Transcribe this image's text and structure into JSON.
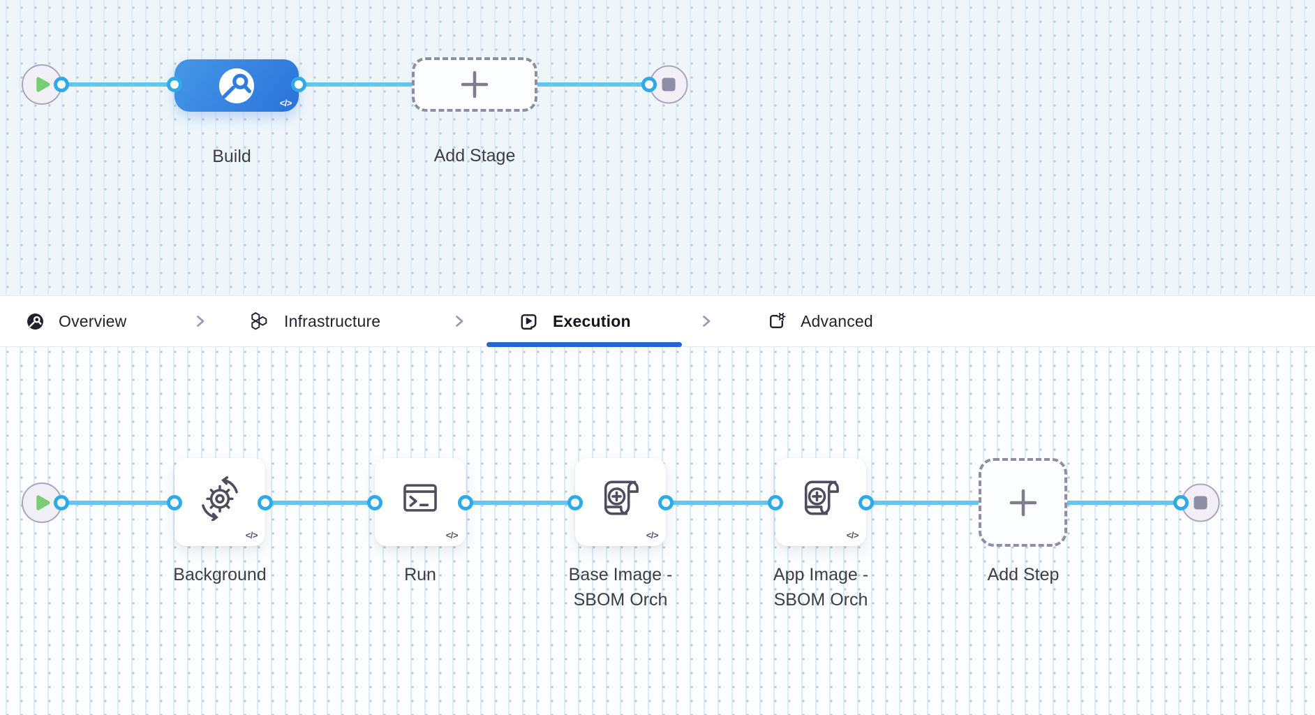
{
  "stage_canvas": {
    "stages": [
      {
        "name": "Build",
        "icon": "ci-build-icon"
      }
    ],
    "add_stage_label": "Add Stage"
  },
  "tab_bar": {
    "tabs": [
      {
        "label": "Overview",
        "icon": "ci-overview-icon"
      },
      {
        "label": "Infrastructure",
        "icon": "hexagons-icon"
      },
      {
        "label": "Execution",
        "icon": "play-square-icon"
      },
      {
        "label": "Advanced",
        "icon": "box-gear-icon"
      }
    ],
    "active_tab": "Execution"
  },
  "step_canvas": {
    "steps": [
      {
        "name": "Background",
        "name_line2": "",
        "icon": "gear-sync-icon"
      },
      {
        "name": "Run",
        "name_line2": "",
        "icon": "terminal-icon"
      },
      {
        "name": "Base Image -",
        "name_line2": "SBOM Orch",
        "icon": "scroll-plus-icon"
      },
      {
        "name": "App Image -",
        "name_line2": "SBOM Orch",
        "icon": "scroll-plus-icon"
      }
    ],
    "add_step_label": "Add Step"
  },
  "glyphs": {
    "code": "</>"
  },
  "colors": {
    "connector_line": "#63c5f0",
    "connector_port": "#2ea9e9",
    "stage_blue": "#2f7dde",
    "tab_underline": "#2766cd",
    "start_green": "#79ce74",
    "stop_gray": "#8d8ea5"
  }
}
